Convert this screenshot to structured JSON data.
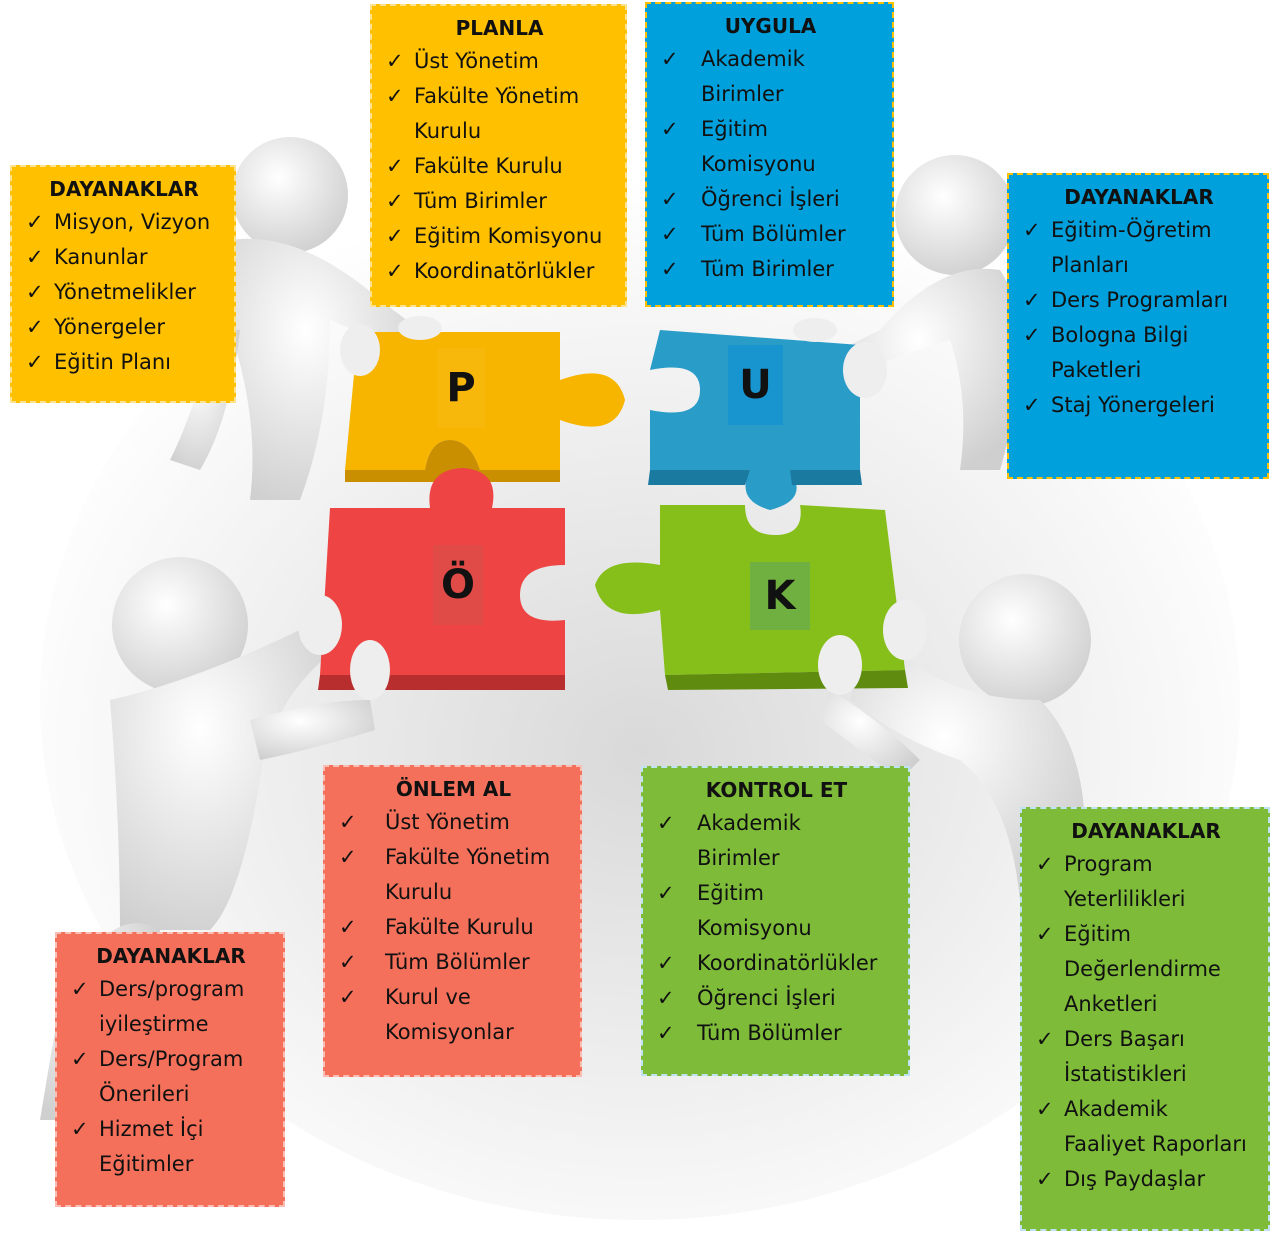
{
  "colors": {
    "yellow": "#FFC000",
    "blue": "#00A0DC",
    "red": "#F4705A",
    "green": "#7DBB39",
    "puzzle_p": "#F7B500",
    "puzzle_u": "#2A9CC8",
    "puzzle_o": "#EE4444",
    "puzzle_k": "#86BF1A"
  },
  "letters": {
    "p": "P",
    "u": "U",
    "o": "Ö",
    "k": "K"
  },
  "check": "✓",
  "boxes": {
    "planla": {
      "title": "PLANLA",
      "items": [
        "Üst Yönetim",
        "Fakülte Yönetim",
        "Kurulu",
        "Fakülte Kurulu",
        "Tüm Birimler",
        "Eğitim Komisyonu",
        "Koordinatörlükler"
      ]
    },
    "uygula": {
      "title": "UYGULA",
      "items": [
        "Akademik",
        "Birimler",
        "Eğitim",
        "Komisyonu",
        "Öğrenci İşleri",
        "Tüm Bölümler",
        "Tüm Birimler"
      ]
    },
    "dayanak_p": {
      "title": "DAYANAKLAR",
      "items": [
        "Misyon, Vizyon",
        "Kanunlar",
        "Yönetmelikler",
        "Yönergeler",
        "Eğitin Planı"
      ]
    },
    "dayanak_u": {
      "title": "DAYANAKLAR",
      "items": [
        "Eğitim-Öğretim",
        "Planları",
        "Ders Programları",
        "Bologna Bilgi",
        "Paketleri",
        "Staj Yönergeleri"
      ]
    },
    "onlem": {
      "title": "ÖNLEM AL",
      "items": [
        "Üst Yönetim",
        "Fakülte Yönetim",
        "Kurulu",
        "Fakülte Kurulu",
        "Tüm Bölümler",
        "Kurul ve",
        "Komisyonlar"
      ]
    },
    "kontrol": {
      "title": "KONTROL ET",
      "items": [
        "Akademik",
        "Birimler",
        "Eğitim",
        "Komisyonu",
        "Koordinatörlükler",
        "Öğrenci İşleri",
        "Tüm Bölümler"
      ]
    },
    "dayanak_o": {
      "title": "DAYANAKLAR",
      "items": [
        "Ders/program",
        "iyileştirme",
        "Ders/Program",
        "Önerileri",
        "Hizmet İçi",
        "Eğitimler"
      ]
    },
    "dayanak_k": {
      "title": "DAYANAKLAR",
      "items": [
        "Program",
        "Yeterlilikleri",
        "Eğitim",
        "Değerlendirme",
        "Anketleri",
        "Ders Başarı",
        "İstatistikleri",
        "Akademik",
        "Faaliyet Raporları",
        "Dış Paydaşlar"
      ]
    }
  }
}
